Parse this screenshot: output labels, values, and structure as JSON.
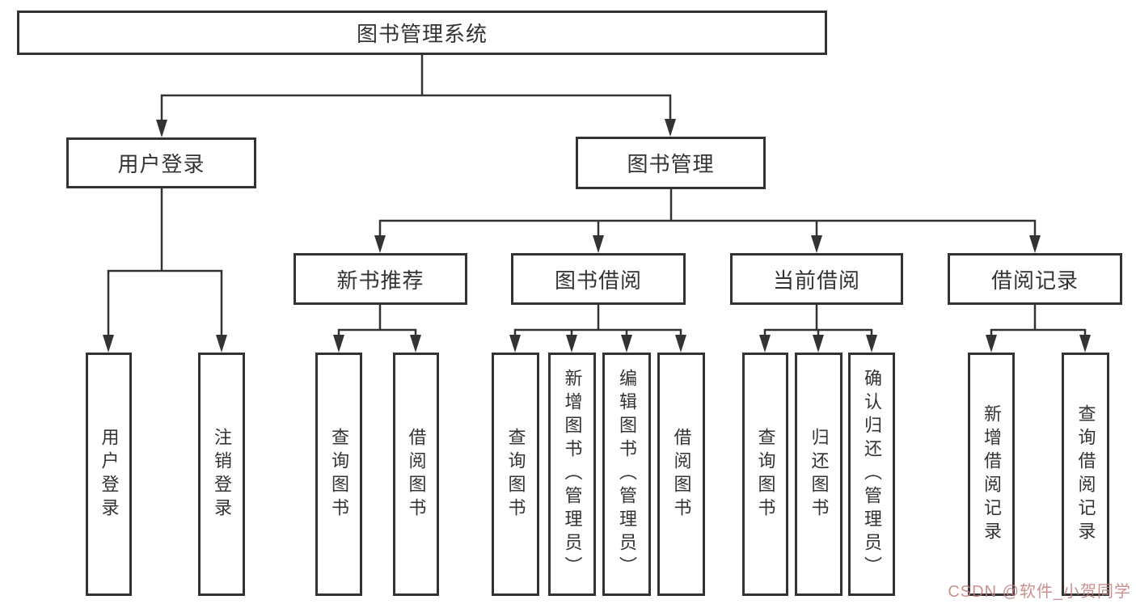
{
  "colors": {
    "line": "#333333",
    "text": "#333333",
    "box_background": "#ffffff",
    "watermark": "#c17d7d"
  },
  "tree": {
    "root": {
      "label": "图书管理系统"
    },
    "branches": [
      {
        "label": "用户登录",
        "children": [
          {
            "label": "用户登录"
          },
          {
            "label": "注销登录"
          }
        ]
      },
      {
        "label": "图书管理",
        "groups": [
          {
            "label": "新书推荐",
            "children": [
              {
                "label": "查询图书"
              },
              {
                "label": "借阅图书"
              }
            ]
          },
          {
            "label": "图书借阅",
            "children": [
              {
                "label": "查询图书"
              },
              {
                "label": "新增图书（管理员）"
              },
              {
                "label": "编辑图书（管理员）"
              },
              {
                "label": "借阅图书"
              }
            ]
          },
          {
            "label": "当前借阅",
            "children": [
              {
                "label": "查询图书"
              },
              {
                "label": "归还图书"
              },
              {
                "label": "确认归还（管理员）"
              }
            ]
          },
          {
            "label": "借阅记录",
            "children": [
              {
                "label": "新增借阅记录"
              },
              {
                "label": "查询借阅记录"
              }
            ]
          }
        ]
      }
    ]
  },
  "watermark": {
    "text": "CSDN @软件_小贺同学"
  }
}
